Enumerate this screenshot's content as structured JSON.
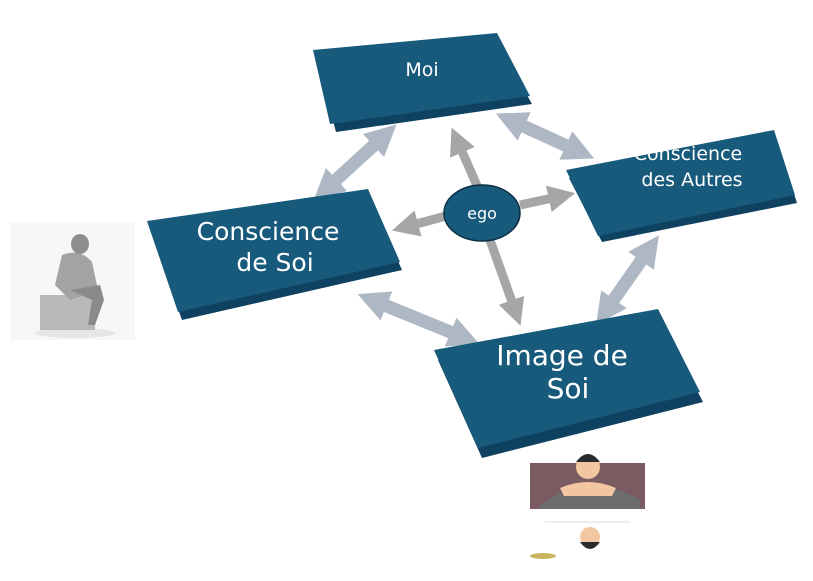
{
  "nodes": {
    "moi": {
      "label": "Moi"
    },
    "conscience_soi": {
      "line1": "Conscience",
      "line2": "de Soi"
    },
    "conscience_autres": {
      "line1": "Conscience",
      "line2": "des Autres"
    },
    "image_soi": {
      "line1": "Image de",
      "line2": "Soi"
    },
    "ego": {
      "label": "ego"
    }
  },
  "colors": {
    "box": "#185a7c",
    "box_dark": "#0f4260",
    "ego_arrow": "#a6a6a6",
    "link_arrow": "#aeb8c4"
  },
  "icons": {
    "thinker": "thinker-statue-icon",
    "narcissus": "narcissus-reflection-icon"
  }
}
